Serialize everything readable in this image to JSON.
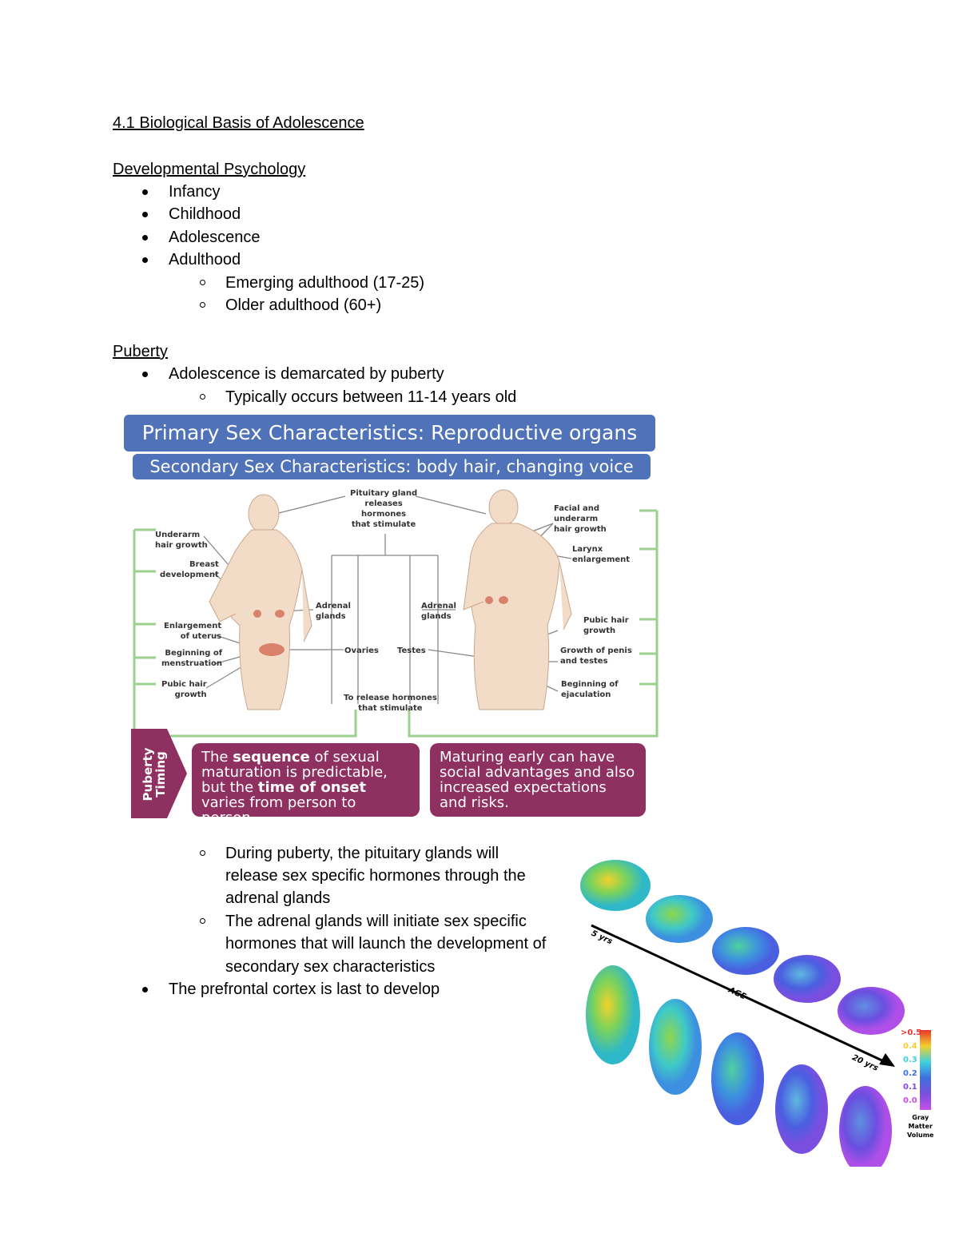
{
  "title": "4.1 Biological Basis of Adolescence",
  "sections": {
    "dev": {
      "heading": "Developmental Psychology",
      "items": [
        "Infancy",
        "Childhood",
        "Adolescence",
        "Adulthood"
      ],
      "subitems": [
        "Emerging adulthood (17-25)",
        "Older adulthood (60+)"
      ]
    },
    "puberty": {
      "heading": "Puberty",
      "item1": "Adolescence is demarcated by puberty",
      "sub1": "Typically occurs between 11-14 years old",
      "sub2": [
        "During puberty, the pituitary glands will",
        "release sex specific hormones through the",
        "adrenal glands"
      ],
      "sub3": [
        "The adrenal glands will initiate sex specific",
        "hormones that will launch the development of",
        "secondary sex characteristics"
      ],
      "item2": "The prefrontal cortex is last to develop"
    }
  },
  "figure": {
    "banner1": "Primary Sex Characteristics: Reproductive organs",
    "banner2": "Secondary Sex Characteristics: body hair, changing voice",
    "labels": {
      "pituitary": "Pituitary gland\nreleases\nhormones\nthat stimulate",
      "underarm": "Underarm\nhair growth",
      "breast": "Breast\ndevelopment",
      "uterus": "Enlargement\nof uterus",
      "menstruation": "Beginning of\nmenstruation",
      "pubic_f": "Pubic hair\ngrowth",
      "adrenal_f": "Adrenal\nglands",
      "adrenal_m": "Adrenal\nglands",
      "ovaries": "Ovaries",
      "testes": "Testes",
      "release": "To release hormones\nthat stimulate",
      "facial": "Facial and\nunderarm\nhair growth",
      "larynx": "Larynx\nenlargement",
      "pubic_m": "Pubic hair\ngrowth",
      "penis": "Growth of penis\nand testes",
      "ejaculation": "Beginning of\nejaculation"
    },
    "timing_tab": "Puberty\nTiming",
    "box1": {
      "p1": "The ",
      "b1": "sequence",
      "p2": " of sexual maturation is predictable, but the ",
      "b2": "time of onset",
      "p3": " varies from person to person."
    },
    "box2": "Maturing early can have social advantages and also increased expectations and risks."
  },
  "brain_figure": {
    "age_start": "5 yrs",
    "age_label": "AGE",
    "age_end": "20 yrs",
    "legend": [
      ">0.5",
      "0.4",
      "0.3",
      "0.2",
      "0.1",
      "0.0"
    ],
    "legend_colors": [
      "#e8342a",
      "#f2d12b",
      "#3fd1e0",
      "#3d6fe0",
      "#7a4fe0",
      "#c84fe8"
    ],
    "legend_title": "Gray\nMatter\nVolume"
  }
}
